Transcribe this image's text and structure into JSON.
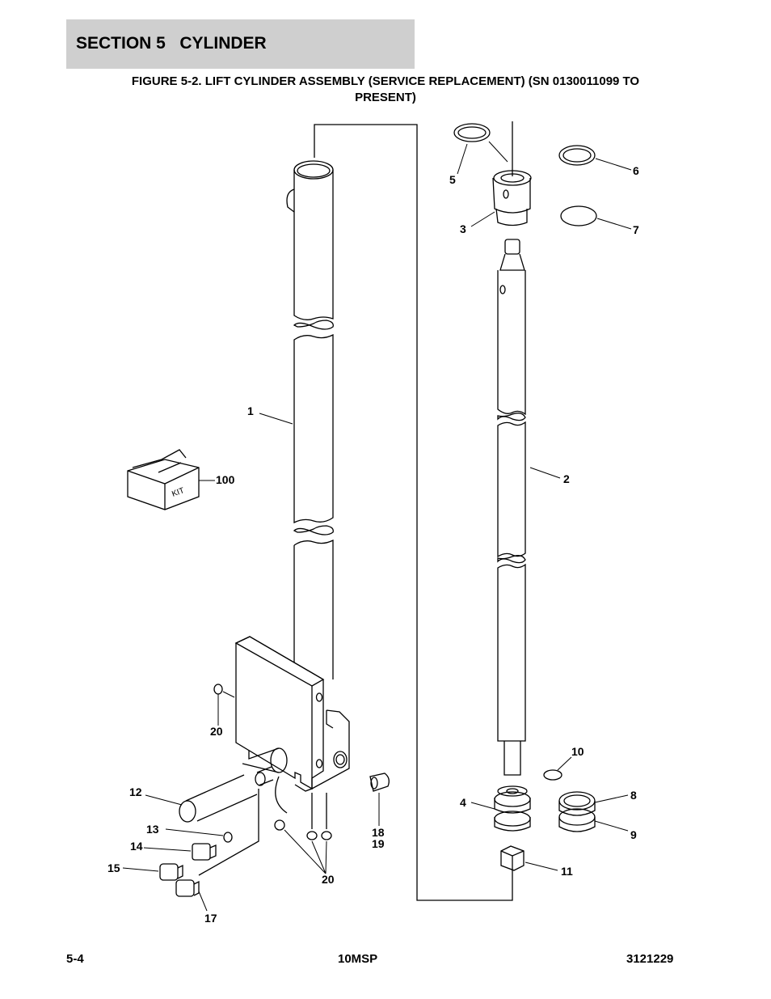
{
  "header": {
    "section_title": "SECTION 5   CYLINDER",
    "figure_title_line1": "FIGURE 5-2. LIFT CYLINDER ASSEMBLY (SERVICE REPLACEMENT) (SN 0130011099 TO",
    "figure_title_line2": "PRESENT)"
  },
  "callouts": {
    "c1": "1",
    "c2": "2",
    "c3": "3",
    "c4": "4",
    "c5": "5",
    "c6": "6",
    "c7": "7",
    "c8": "8",
    "c9": "9",
    "c10": "10",
    "c11": "11",
    "c12": "12",
    "c13": "13",
    "c14": "14",
    "c15": "15",
    "c17": "17",
    "c18": "18",
    "c19": "19",
    "c20a": "20",
    "c20b": "20",
    "c100": "100"
  },
  "kit_label": "KIT",
  "footer": {
    "page_number": "5-4",
    "model": "10MSP",
    "manual_number": "3121229"
  }
}
